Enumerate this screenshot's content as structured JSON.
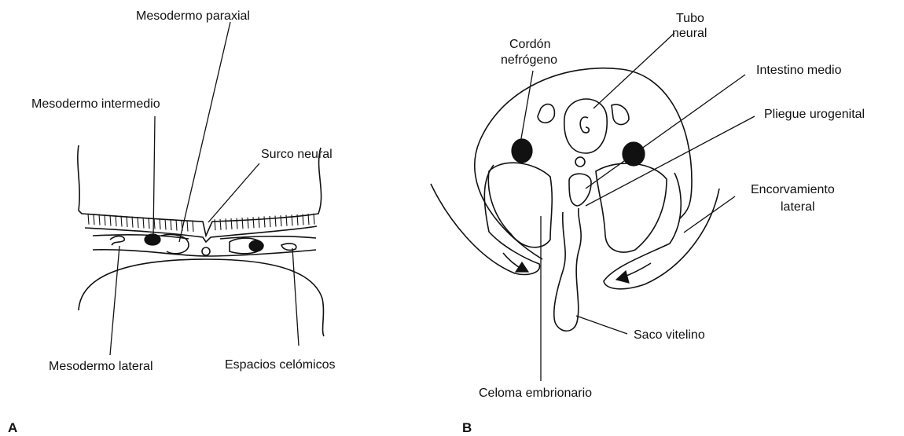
{
  "panel_a": {
    "letter": "A",
    "labels": {
      "mesodermo_paraxial": "Mesodermo paraxial",
      "mesodermo_intermedio": "Mesodermo intermedio",
      "surco_neural": "Surco neural",
      "mesodermo_lateral": "Mesodermo lateral",
      "espacios_celomicos": "Espacios celómicos"
    }
  },
  "panel_b": {
    "letter": "B",
    "labels": {
      "tubo_line1": "Tubo",
      "tubo_line2": "neural",
      "cordon_line1": "Cordón",
      "cordon_line2": "nefrógeno",
      "intestino_medio": "Intestino medio",
      "pliegue_urogenital": "Pliegue urogenital",
      "encorvamiento_line1": "Encorvamiento",
      "encorvamiento_line2": "lateral",
      "saco_vitelino": "Saco vitelino",
      "celoma_embrionario": "Celoma embrionario"
    }
  }
}
